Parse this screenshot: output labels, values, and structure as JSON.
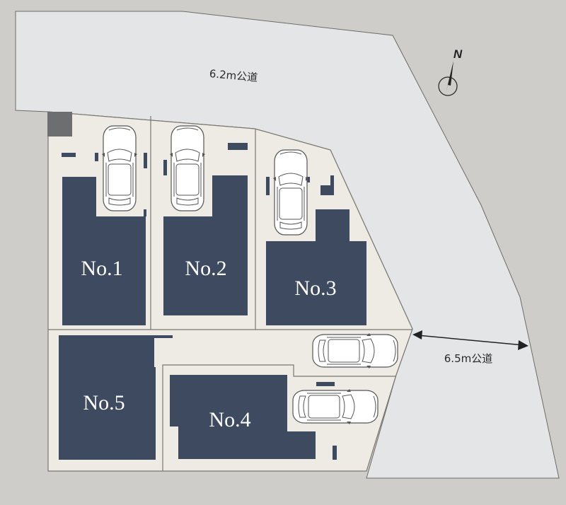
{
  "roads": {
    "north_road_label": "6.2m公道",
    "east_road_label": "6.5m公道"
  },
  "compass": {
    "label": "N"
  },
  "lots": [
    {
      "id": "1",
      "label": "No.1"
    },
    {
      "id": "2",
      "label": "No.2"
    },
    {
      "id": "3",
      "label": "No.3"
    },
    {
      "id": "4",
      "label": "No.4"
    },
    {
      "id": "5",
      "label": "No.5"
    }
  ],
  "colors": {
    "background": "#cfcdca",
    "road": "#e4e5e6",
    "lot_ground": "#eeebe4",
    "building": "#3e4a5f",
    "boundary": "#7a7670",
    "corner_block": "#6d6e70"
  }
}
